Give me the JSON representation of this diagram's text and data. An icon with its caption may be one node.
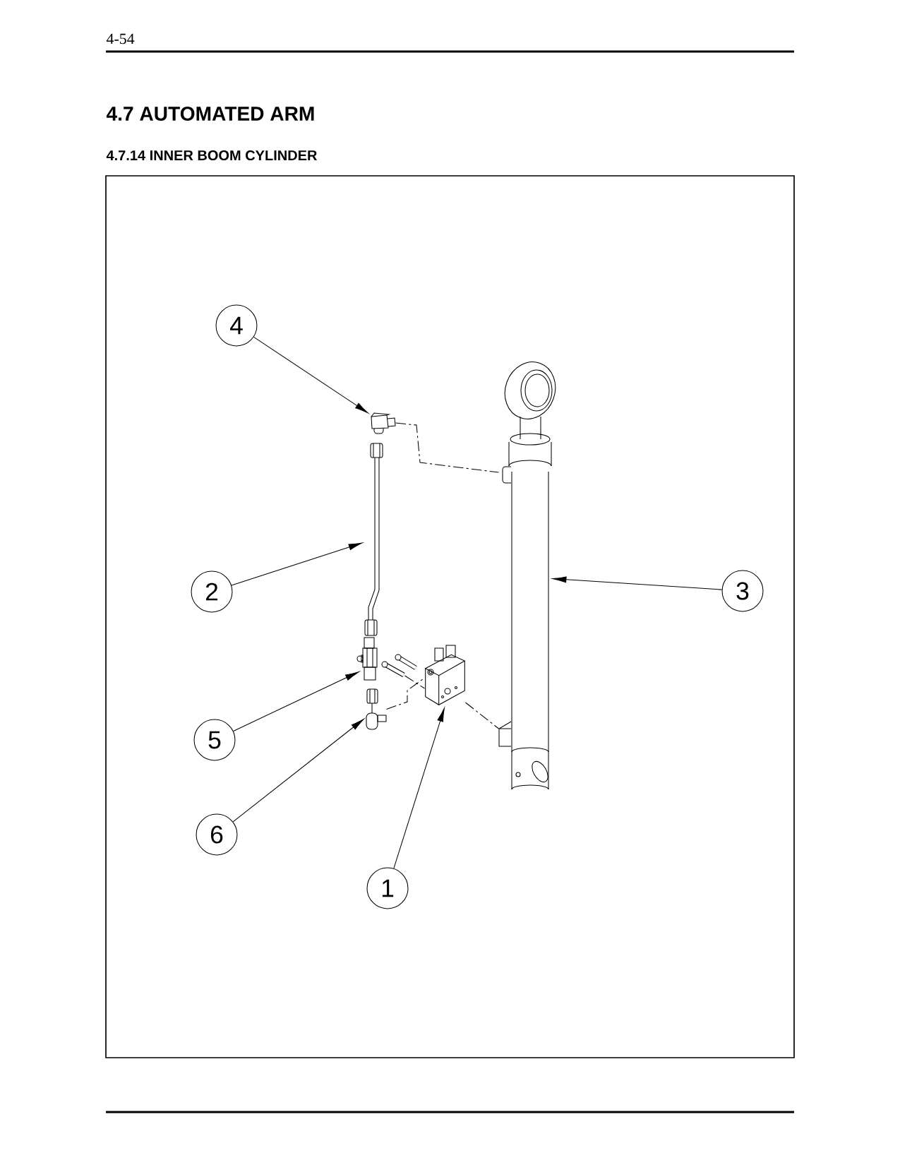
{
  "diagram": {
    "title": "4.7 AUTOMATED ARM",
    "nodes": [
      {
        "text": [
          "4"
        ]
      },
      {
        "text": [
          "2"
        ]
      },
      {
        "text": [
          "3"
        ]
      },
      {
        "text": [
          "5"
        ]
      },
      {
        "text": [
          "6"
        ]
      },
      {
        "text": [
          "1"
        ]
      },
      {
        "text": [],
        "shape": "picture"
      },
      {
        "text": [],
        "shape": "picture"
      },
      {
        "text": [],
        "shape": "picture"
      },
      {
        "text": [],
        "shape": "picture"
      },
      {
        "text": [],
        "shape": "picture"
      },
      {
        "text": [],
        "shape": "picture"
      },
      {
        "text": [],
        "shape": "picture"
      },
      {
        "text": [],
        "shape": "picture"
      }
    ],
    "edges": [
      {
        "from": 0,
        "to": 6,
        "arrow": "to"
      },
      {
        "from": 1,
        "to": 7,
        "arrow": "to"
      },
      {
        "from": 2,
        "to": 8,
        "arrow": "to"
      },
      {
        "from": 3,
        "to": 9,
        "arrow": "to"
      },
      {
        "from": 4,
        "to": 10,
        "arrow": "to"
      },
      {
        "from": 5,
        "to": 11,
        "arrow": "to"
      },
      {
        "from": 6,
        "to": 8,
        "arrow": "none",
        "style": "dashed"
      },
      {
        "from": 10,
        "to": 11,
        "arrow": "none",
        "style": "dashed"
      },
      {
        "from": 11,
        "to": 8,
        "arrow": "none",
        "style": "dashed"
      },
      {
        "from": 13,
        "to": 11,
        "arrow": "none",
        "style": "dashed"
      }
    ],
    "labels": [
      "4-54",
      "4.7.14 INNER BOOM CYLINDER"
    ]
  }
}
